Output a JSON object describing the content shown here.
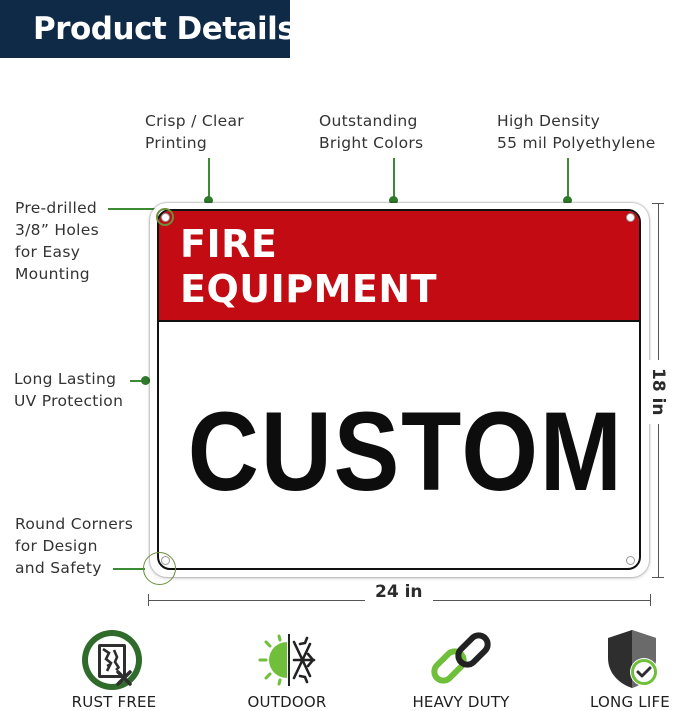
{
  "header": {
    "title": "Product Details"
  },
  "callouts": {
    "printing": [
      "Crisp / Clear",
      "Printing"
    ],
    "colors": [
      "Outstanding",
      "Bright Colors"
    ],
    "material": [
      "High Density",
      "55 mil Polyethylene"
    ],
    "holes": [
      "Pre-drilled",
      "3/8” Holes",
      "for Easy",
      "Mounting"
    ],
    "uv": [
      "Long Lasting",
      "UV Protection"
    ],
    "corners": [
      "Round Corners",
      "for Design",
      "and Safety"
    ]
  },
  "sign": {
    "heading_line1": "FIRE",
    "heading_line2": "EQUIPMENT",
    "body_text": "CUSTOM",
    "colors": {
      "header_red": "#c20b12",
      "text_black": "#0d0d0d"
    }
  },
  "dimensions": {
    "width": "24 in",
    "height": "18 in"
  },
  "features": [
    {
      "label": "RUST FREE",
      "icon": "rust-free-icon"
    },
    {
      "label": "OUTDOOR",
      "icon": "sun-snowflake-icon"
    },
    {
      "label": "HEAVY DUTY",
      "icon": "chain-link-icon"
    },
    {
      "label": "LONG LIFE",
      "icon": "shield-check-icon"
    }
  ],
  "accent_colors": {
    "navy": "#0f2a47",
    "green": "#3d8a35"
  }
}
